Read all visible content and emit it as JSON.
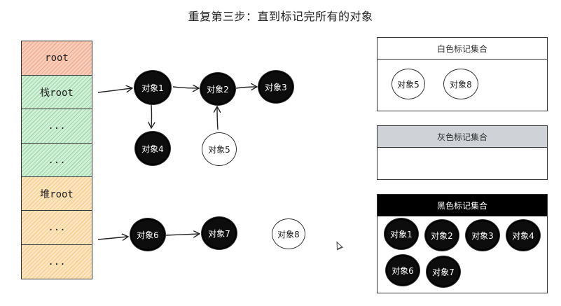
{
  "title": "重复第三步：直到标记完所有的对象",
  "stack_cells": [
    {
      "label": "root",
      "color": "orange"
    },
    {
      "label": "栈root",
      "color": "green"
    },
    {
      "label": "...",
      "color": "green"
    },
    {
      "label": "...",
      "color": "green"
    },
    {
      "label": "堆root",
      "color": "yellow"
    },
    {
      "label": "...",
      "color": "yellow"
    },
    {
      "label": "...",
      "color": "yellow"
    }
  ],
  "nodes": {
    "obj1": "对象1",
    "obj2": "对象2",
    "obj3": "对象3",
    "obj4": "对象4",
    "obj5": "对象5",
    "obj6": "对象6",
    "obj7": "对象7",
    "obj8": "对象8"
  },
  "sets": {
    "white": {
      "title": "白色标记集合",
      "items": [
        "对象5",
        "对象8"
      ]
    },
    "gray": {
      "title": "灰色标记集合",
      "items": []
    },
    "black": {
      "title": "黑色标记集合",
      "items": [
        "对象1",
        "对象2",
        "对象3",
        "对象4",
        "对象6",
        "对象7"
      ]
    }
  },
  "colors": {
    "black_node": "#0d0d0d",
    "white_node": "#ffffff",
    "gray_header": "#cfd3d8",
    "root_orange": "#f8cdb9",
    "stack_green": "#d2f0d8",
    "heap_yellow": "#fde6bf"
  }
}
